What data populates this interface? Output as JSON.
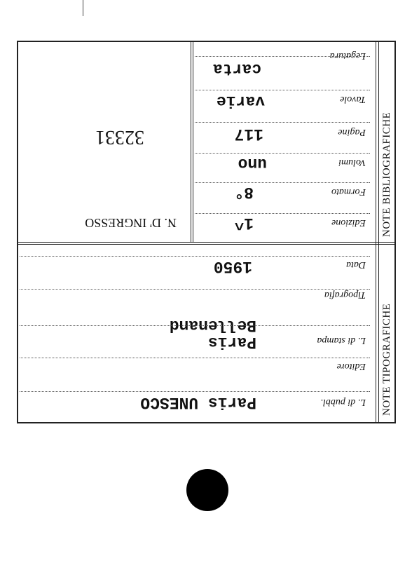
{
  "bibliografiche": {
    "title": "NOTE BIBLIOGRAFICHE",
    "fields": [
      {
        "label": "Legatura",
        "value": "carta"
      },
      {
        "label": "Tavole",
        "value": "varie"
      },
      {
        "label": "Pagine",
        "value": "117"
      },
      {
        "label": "Volumi",
        "value": "uno"
      },
      {
        "label": "Formato",
        "value": "8°"
      },
      {
        "label": "Edizione",
        "value": "1^"
      }
    ]
  },
  "ingresso": {
    "label": "N. D' INGRESSO",
    "number": "32331"
  },
  "tipografiche": {
    "title": "NOTE TIPOGRAFICHE",
    "fields": [
      {
        "label": "Data",
        "value": "1950"
      },
      {
        "label": "Tipografia",
        "value": ""
      },
      {
        "label": "L. di stampa",
        "value": "Paris Bellenand"
      },
      {
        "label": "Editore",
        "value": ""
      },
      {
        "label": "L. di pubbl.",
        "value": "Paris UNESCO"
      }
    ]
  }
}
